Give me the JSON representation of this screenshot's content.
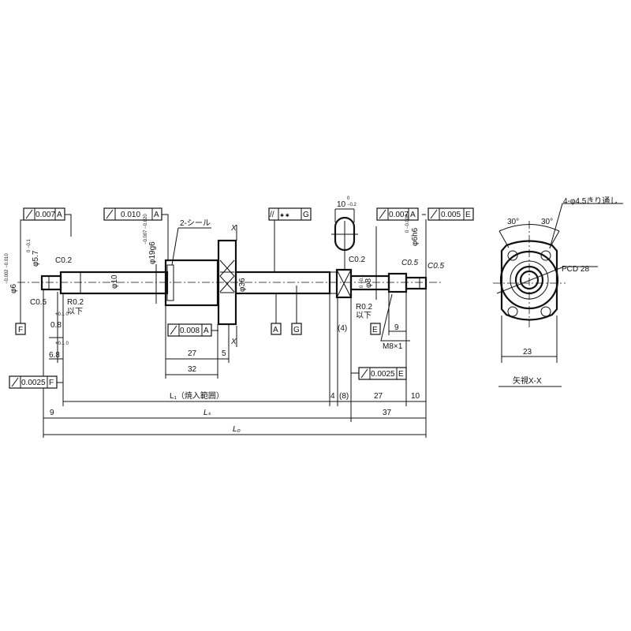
{
  "gdt": {
    "left_journal": {
      "tolerance": "0.007",
      "datum": "A"
    },
    "bearing_journal": {
      "tolerance": "0.010",
      "datum": "A"
    },
    "parallelism": {
      "symbol": "//",
      "value_marks": "✱   ✱",
      "datum": "G"
    },
    "right_journal": {
      "tolerance": "0.007",
      "datum": "A"
    },
    "right_end": {
      "tolerance": "0.005",
      "datum": "E"
    },
    "flange_face": {
      "tolerance": "0.008",
      "datum": "A"
    },
    "left_face": {
      "tolerance": "0.0025",
      "datum": "F"
    },
    "right_face": {
      "tolerance": "0.0025",
      "datum": "E"
    }
  },
  "datums": {
    "F": "F",
    "A": "A",
    "G": "G",
    "E": "E"
  },
  "labels": {
    "d6": "φ6",
    "d6_tol": "−0.002 −0.010",
    "d57": "φ5.7",
    "d57_tol": "0 −0.1",
    "c02_left": "C0.2",
    "c05_left": "C0.5",
    "r02_left": "R0.2",
    "below_left": "以下",
    "dim_08": "0.8",
    "dim_08_tol": "+0.1 0",
    "dim_68": "6.8",
    "dim_68_tol": "+0.1 0",
    "d10": "φ10",
    "d19": "φ19g6",
    "d19_tol": "−0.007 −0.020",
    "seal": "2-シール",
    "x_top": "X",
    "x_bottom": "X",
    "d36": "φ36",
    "flats": "10",
    "flats_tol_upper": "0",
    "flats_tol_lower": "−0.2",
    "c02_right": "C0.2",
    "r02_right": "R0.2",
    "below_right": "以下",
    "d8": "φ8",
    "d8_tol": "0 −0.1",
    "d6h6": "φ6h6",
    "d6h6_tol": "0 −0.008",
    "c05_a": "C0.5",
    "c05_b": "C0.5",
    "thread": "M8×1",
    "dim_4_paren": "(4)"
  },
  "dimensions": {
    "d27_nut": "27",
    "d5": "5",
    "d32": "32",
    "d9_thread": "9",
    "L1": "L₁（焼入範囲）",
    "d4": "4",
    "d8_paren": "(8)",
    "d27_end": "27",
    "d10_end": "10",
    "d9_left": "9",
    "Ls": "Lₛ",
    "d37": "37",
    "L0": "L₀"
  },
  "view_xx": {
    "holes": "4-φ4.5きり通し",
    "angle_left": "30°",
    "angle_right": "30°",
    "pcd": "PCD 28",
    "width": "23",
    "title": "矢視X-X"
  }
}
